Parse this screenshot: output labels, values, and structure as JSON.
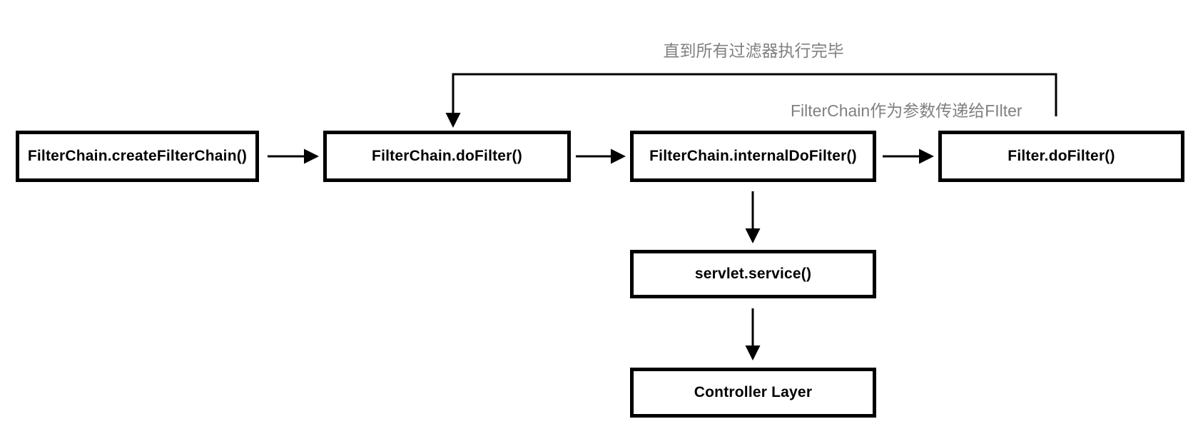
{
  "diagram": {
    "type": "flowchart",
    "background": "#ffffff"
  },
  "nodes": [
    {
      "id": "create-filter-chain",
      "label": "FilterChain.createFilterChain()"
    },
    {
      "id": "do-filter",
      "label": "FilterChain.doFilter()"
    },
    {
      "id": "internal-do-filter",
      "label": "FilterChain.internalDoFilter()"
    },
    {
      "id": "filter-do-filter",
      "label": "Filter.doFilter()"
    },
    {
      "id": "servlet-service",
      "label": "servlet.service()"
    },
    {
      "id": "controller-layer",
      "label": "Controller Layer"
    }
  ],
  "edges": [
    {
      "from": "create-filter-chain",
      "to": "do-filter",
      "style": "arrow-right"
    },
    {
      "from": "do-filter",
      "to": "internal-do-filter",
      "style": "arrow-right"
    },
    {
      "from": "internal-do-filter",
      "to": "filter-do-filter",
      "style": "arrow-right"
    },
    {
      "from": "internal-do-filter",
      "to": "servlet-service",
      "style": "arrow-down"
    },
    {
      "from": "servlet-service",
      "to": "controller-layer",
      "style": "arrow-down"
    },
    {
      "from": "filter-do-filter",
      "to": "do-filter",
      "style": "loop-back-top"
    }
  ],
  "annotations": [
    {
      "id": "loop-label",
      "text": "直到所有过滤器执行完毕"
    },
    {
      "id": "param-label",
      "text": "FilterChain作为参数传递给FIlter"
    }
  ],
  "colors": {
    "box_border": "#000000",
    "box_text": "#000000",
    "arrow": "#000000",
    "annotation_text": "#808080",
    "background": "#ffffff"
  }
}
